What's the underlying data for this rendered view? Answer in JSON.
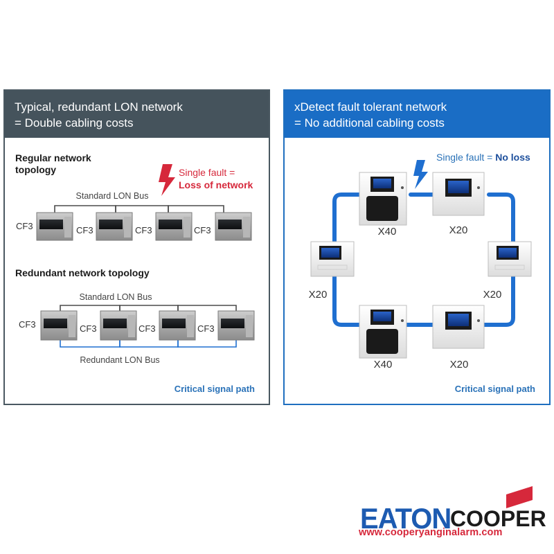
{
  "left": {
    "title_line1": "Typical, redundant LON network",
    "title_line2": "= Double cabling costs",
    "regular_heading_line1": "Regular network",
    "regular_heading_line2": "topology",
    "standard_bus": "Standard LON Bus",
    "fault_line1": "Single fault =",
    "fault_line2": "Loss of network",
    "redundant_heading": "Redundant network topology",
    "standard_bus_2": "Standard LON Bus",
    "redundant_bus": "Redundant LON Bus",
    "node_label": "CF3",
    "critical": "Critical signal path"
  },
  "right": {
    "title_line1": "xDetect fault tolerant network",
    "title_line2": "= No additional cabling costs",
    "fault_prefix": "Single fault = ",
    "fault_result": "No loss",
    "top_left": "X40",
    "top_right": "X20",
    "mid_left": "X20",
    "mid_right": "X20",
    "bottom_left": "X40",
    "bottom_right": "X20",
    "critical": "Critical signal path"
  },
  "brand": {
    "eaton": "EATON",
    "cooper": "COOPER",
    "url": "www.cooperyanginalarm.com"
  },
  "colors": {
    "left_header": "#45535c",
    "right_header": "#1a6dc5",
    "fault_red": "#d6283b",
    "bus_blue": "#1f6fd0",
    "accent_blue": "#2a72b8"
  }
}
